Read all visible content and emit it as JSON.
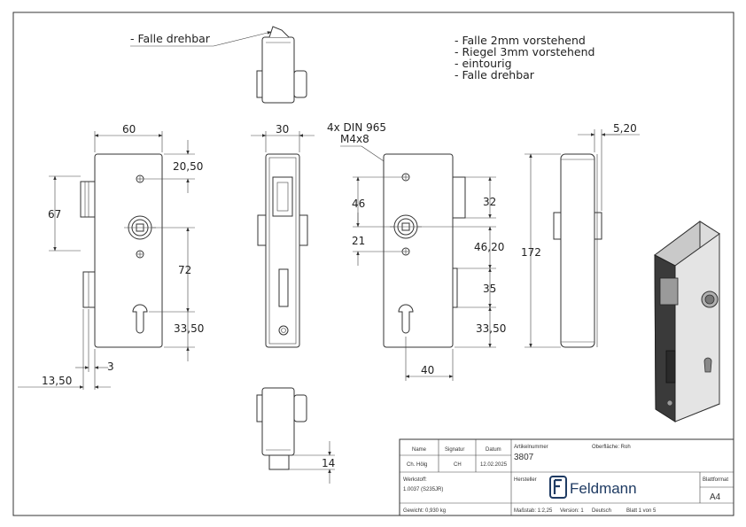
{
  "notes": {
    "pivot_callout": "- Falle drehbar",
    "lines": [
      "- Falle 2mm vorstehend",
      "- Riegel 3mm vorstehend",
      "- eintourig",
      "- Falle drehbar"
    ],
    "screws_line1": "4x DIN 965",
    "screws_line2": "M4x8"
  },
  "dims": {
    "front_width": "60",
    "top_offset": "20,50",
    "bolt_span": "67",
    "follower_to_cyl": "72",
    "cyl_to_bottom": "33,50",
    "latch_proj": "3",
    "latch_width": "13,50",
    "side_width": "30",
    "back_32": "32",
    "back_46": "46",
    "back_46_20": "46,20",
    "back_21": "21",
    "back_35": "35",
    "back_33_50": "33,50",
    "back_40": "40",
    "height_172": "172",
    "plate_5_20": "5,20",
    "bottom_14": "14"
  },
  "titleblock": {
    "h_name": "Name",
    "h_signatur": "Signatur",
    "h_datum": "Datum",
    "name": "Ch. Hölg",
    "signatur": "CH",
    "datum": "12.02.2025",
    "artikel_label": "Artikelnummer",
    "artikel": "3807",
    "oberflaeche": "Oberfläche: Roh",
    "werkstoff_label": "Werkstoff:",
    "werkstoff": "1.0037 (S235JR)",
    "hersteller_label": "Hersteller",
    "brand": "Feldmann",
    "blattformat_label": "Blattformat",
    "blattformat": "A4",
    "gewicht": "Gewicht: 0,930 kg",
    "massstab": "Maßstab: 1:2,25",
    "version": "Version: 1",
    "sprache": "Deutsch",
    "blatt": "Blatt 1 von 5"
  }
}
